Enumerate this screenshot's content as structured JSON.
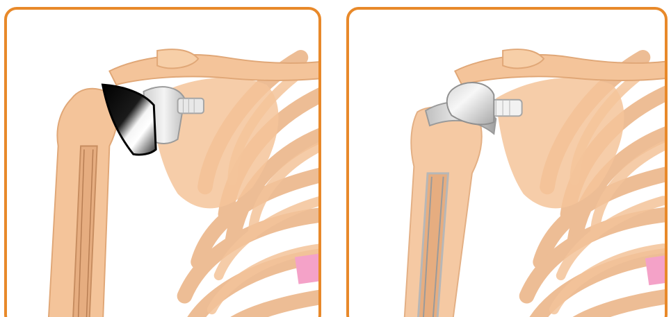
{
  "panels": [
    {
      "id": "left",
      "implant": "reverse-glossy-cup",
      "implant_colors": [
        "#0d0d0d",
        "#f2f2f2"
      ]
    },
    {
      "id": "right",
      "implant": "anatomic-ball-and-stem",
      "implant_colors": [
        "#e6e6e6",
        "#9a9a9a"
      ]
    }
  ],
  "colors": {
    "frame": "#e8892a",
    "bone": "#f4c49a",
    "bone_dark": "#e0a777",
    "bone_outline": "#d9966a",
    "cartilage": "#f4a2c8",
    "background": "#ffffff"
  }
}
